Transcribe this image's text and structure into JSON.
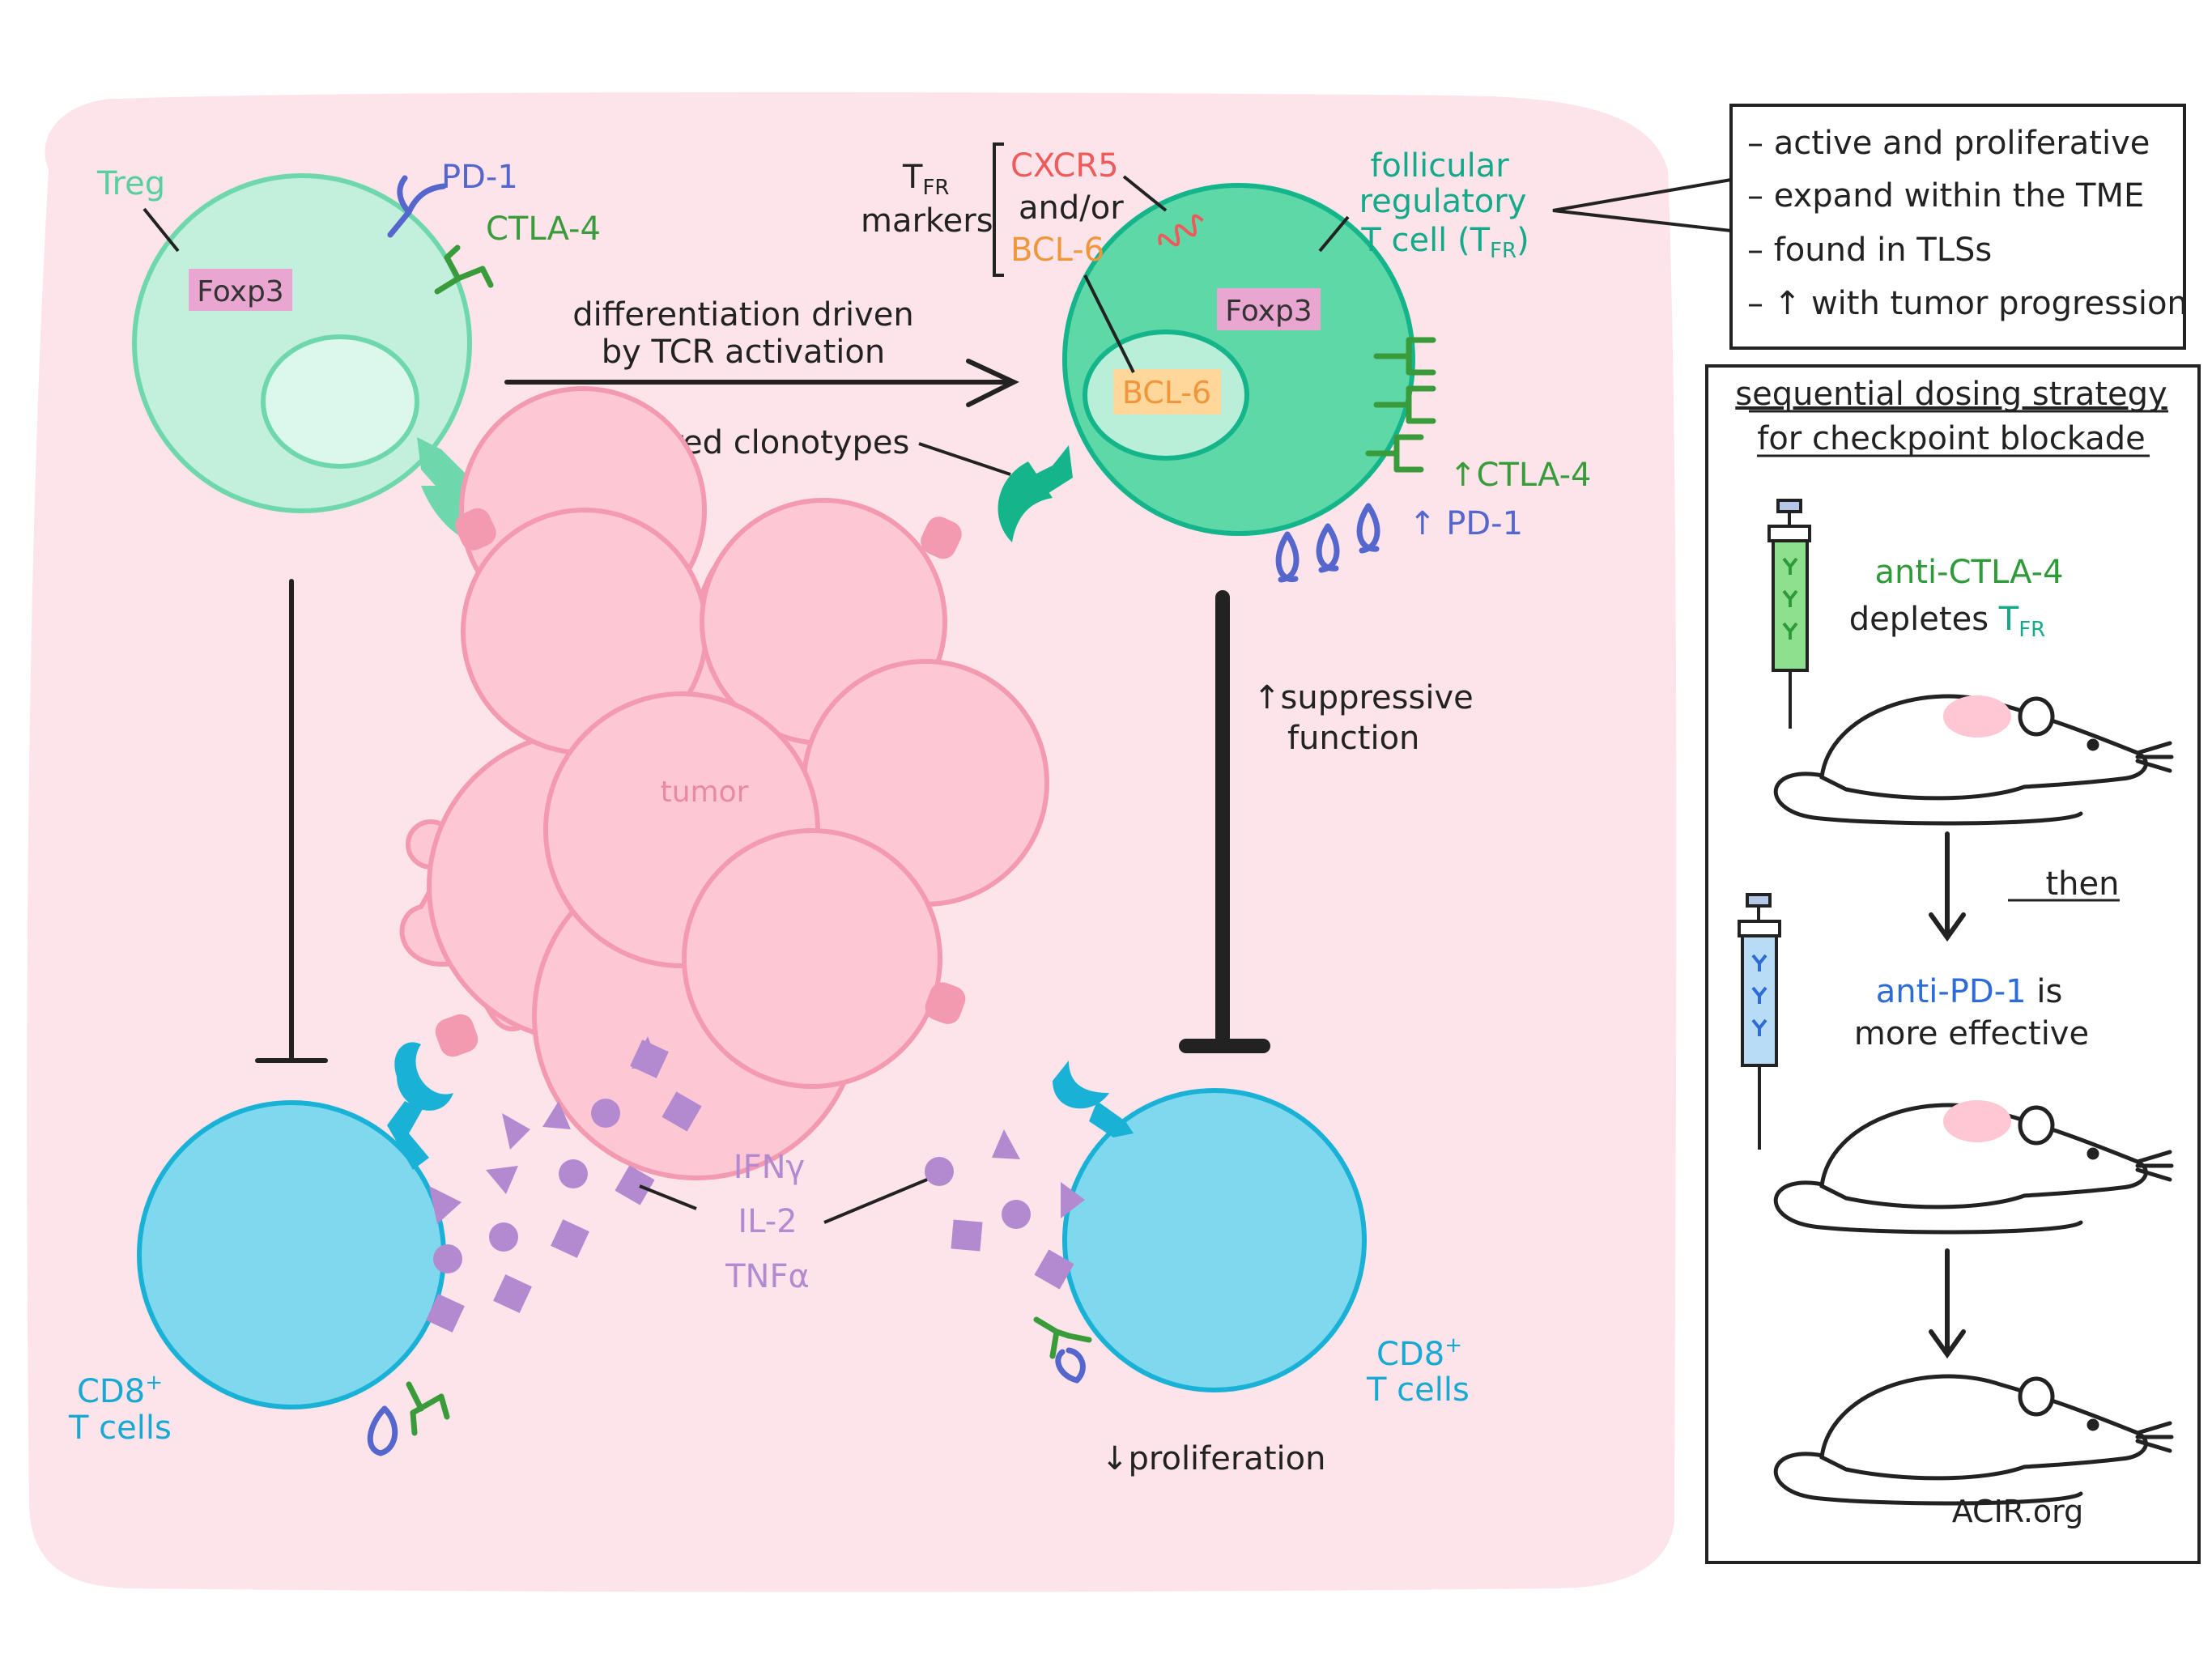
{
  "cells": {
    "treg_label": "Treg",
    "foxp3": "Foxp3",
    "bcl6_nucleus": "BCL-6",
    "tumor_label": "tumor",
    "cd8_label_main": "CD8",
    "cd8_label_sup": "+",
    "cd8_label_sub": "T cells"
  },
  "receptors": {
    "pd1": "PD-1",
    "ctla4": "CTLA-4",
    "up_ctla4": "↑CTLA-4",
    "up_pd1": "↑ PD-1"
  },
  "tfr": {
    "markers_T": "T",
    "markers_FR": "FR",
    "markers_word": "markers",
    "cxcr5": "CXCR5",
    "and_or": "and/or",
    "bcl6": "BCL-6",
    "title_line1": "follicular",
    "title_line2": "regulatory",
    "title_line3_pre": "T cell (T",
    "title_line3_sub": "FR",
    "title_line3_post": ")"
  },
  "arrows": {
    "diff_line1": "differentiation driven",
    "diff_line2": "by TCR activation",
    "shared_clonotypes": "shared clonotypes",
    "suppressive_line1": "↑suppressive",
    "suppressive_line2": "function",
    "proliferation": "↓proliferation"
  },
  "cytokines": [
    "IFNγ",
    "IL-2",
    "TNFα"
  ],
  "properties_box": {
    "items": [
      "– active and proliferative",
      "– expand within the TME",
      "– found in TLSs",
      "– ↑ with tumor progression"
    ]
  },
  "dosing_panel": {
    "title_line1": "sequential dosing strategy",
    "title_line2": "for checkpoint blockade",
    "step1_line1": "anti-CTLA-4",
    "step1_line2_pre": "depletes ",
    "step1_line2_T": "T",
    "step1_line2_sub": "FR",
    "then": "then",
    "step2_line1_drug": "anti-PD-1",
    "step2_line1_post": " is",
    "step2_line2": "more effective",
    "credit": "ACIR.org"
  },
  "colors": {
    "background_blob": "#fde4ea",
    "treg_fill": "#c2f0dd",
    "treg_stroke": "#6ed8ac",
    "tfr_fill": "#5fd8a8",
    "tfr_stroke": "#14b58a",
    "tumor_fill": "#fdc8d4",
    "tumor_stroke": "#f49ab0",
    "cd8_fill": "#7fd8ee",
    "cd8_stroke": "#19b2d6",
    "foxp3_tag": "#e8a6d0",
    "bcl6_tag": "#ffd79a",
    "cytokine": "#b38ad0",
    "pd1": "#5566cc",
    "ctla4": "#3a9b3a",
    "cxcr5": "#ef5a5a",
    "bcl6_text": "#f0963c",
    "treg_text": "#57cf9f",
    "tfr_text": "#13a989",
    "cd8_text": "#17a9d2",
    "anti_ctla4": "#2f9a3a",
    "anti_pd1": "#2d6bd6"
  }
}
